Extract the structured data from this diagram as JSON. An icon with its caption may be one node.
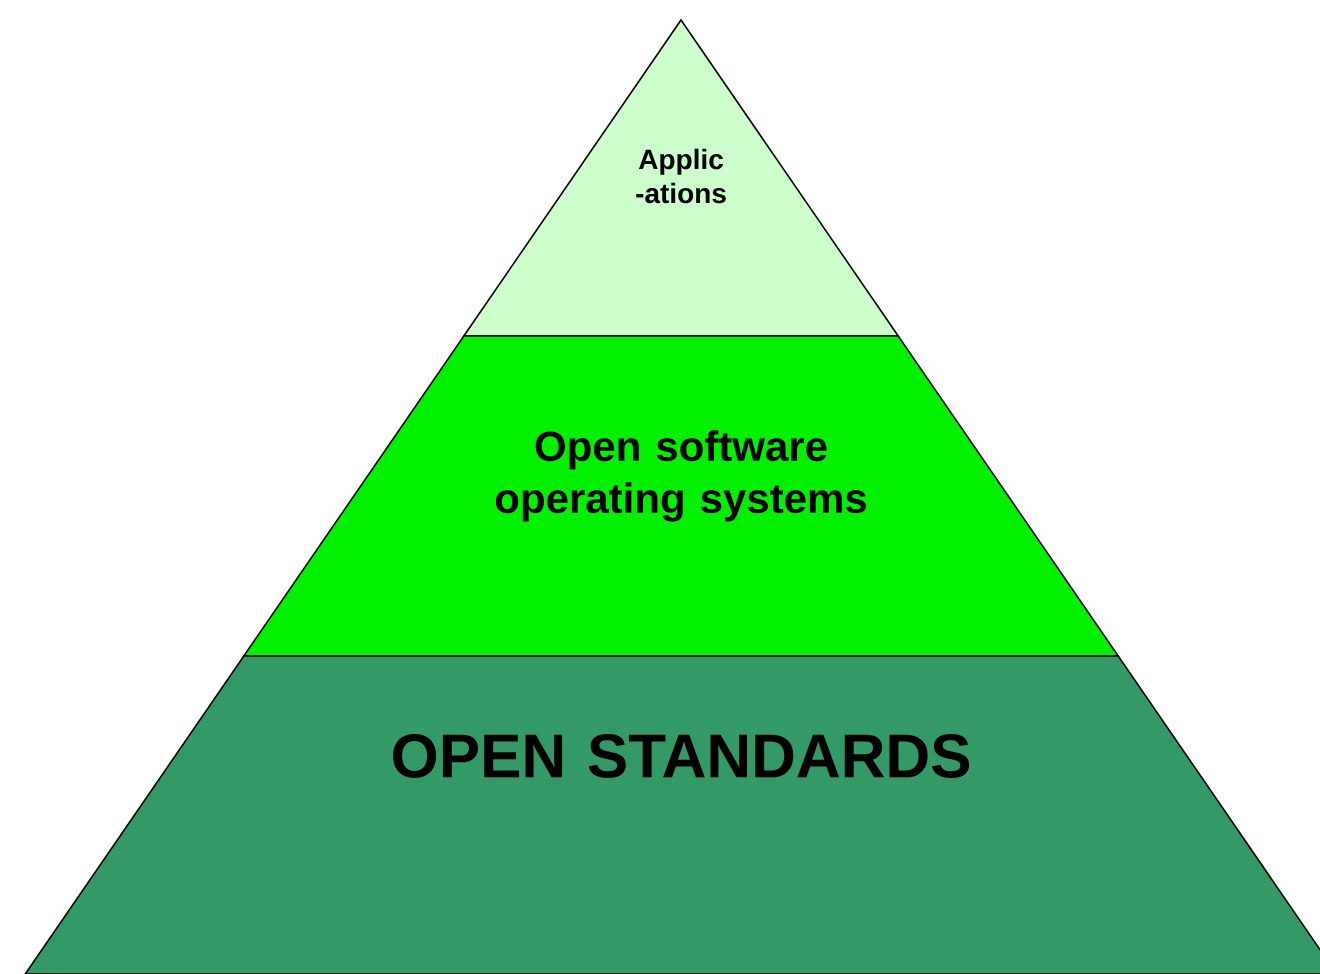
{
  "diagram": {
    "nodes": [
      {
        "text": [
          "Applic -ations"
        ]
      },
      {
        "text": [
          "Open software operating systems"
        ]
      },
      {
        "text": [
          "OPEN STANDARDS"
        ]
      }
    ]
  }
}
